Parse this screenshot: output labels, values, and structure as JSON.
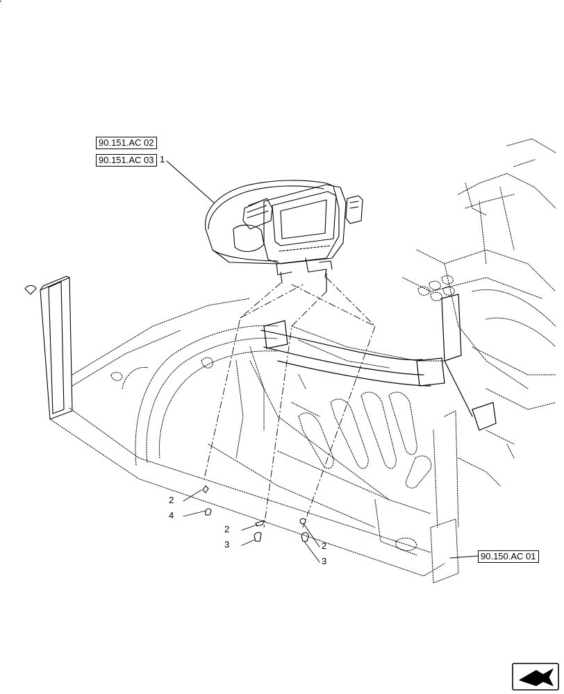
{
  "corner_mark": "•",
  "references": {
    "top_ref_1": "90.151.AC 02",
    "top_ref_2": "90.151.AC 03",
    "frame_ref": "90.150.AC 01"
  },
  "callouts": {
    "item_1": "1",
    "left_2": "2",
    "left_4": "4",
    "mid_2": "2",
    "mid_3": "3",
    "right_2": "2",
    "right_3": "3"
  },
  "nav_icon": "return-arrow-icon"
}
